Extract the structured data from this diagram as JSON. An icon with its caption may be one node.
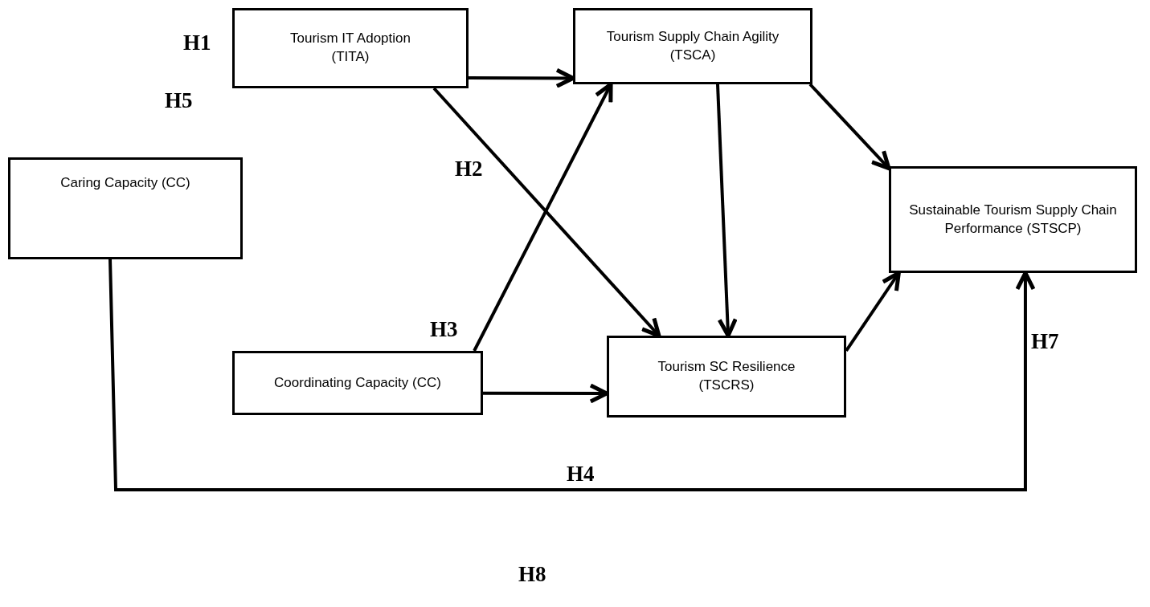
{
  "diagram": {
    "nodes": [
      {
        "text": [
          "Tourism IT Adoption (TITA)"
        ]
      },
      {
        "text": [
          "Tourism Supply Chain Agility (TSCA)"
        ]
      },
      {
        "text": [
          "Caring Capacity (CC)"
        ]
      },
      {
        "text": [
          "Sustainable Tourism Supply Chain Performance (STSCP)"
        ]
      },
      {
        "text": [
          "Coordinating Capacity (CC)"
        ]
      },
      {
        "text": [
          "Tourism SC Resilience (TSCRS)"
        ]
      }
    ],
    "edges": [
      {
        "from": 0,
        "to": 1,
        "arrow": "to"
      },
      {
        "from": 0,
        "to": 5,
        "arrow": "to"
      },
      {
        "from": 4,
        "to": 1,
        "arrow": "to"
      },
      {
        "from": 1,
        "to": 5,
        "arrow": "to"
      },
      {
        "from": 1,
        "to": 3,
        "arrow": "to"
      },
      {
        "from": 4,
        "to": 5,
        "arrow": "to"
      },
      {
        "from": 5,
        "to": 3,
        "arrow": "to"
      },
      {
        "from": 2,
        "to": 3,
        "arrow": "to"
      }
    ],
    "labels": [
      "H1",
      "H5",
      "H2",
      "H3",
      "H7",
      "H4",
      "H8"
    ]
  }
}
